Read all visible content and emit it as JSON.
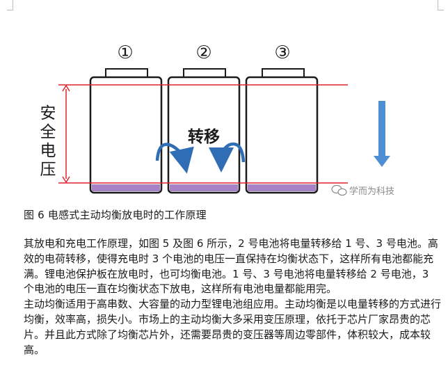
{
  "figure": {
    "cell_labels": [
      "①",
      "②",
      "③"
    ],
    "voltage_label_chars": [
      "安",
      "全",
      "电",
      "压"
    ],
    "transfer_label": "转移",
    "watermark": "学而为科技",
    "colors": {
      "red_line": "#e0232e",
      "cell_outline": "#1a1a1a",
      "cell_bottom": "#a882c6",
      "arrow_blue": "#2f6db5",
      "arrow_down": "#4e8fd3",
      "watermark": "#8a8a8a"
    }
  },
  "caption": "图 6 电感式主动均衡放电时的工作原理",
  "paragraphs": [
    "其放电和充电工作原理，如图 5 及图 6 所示，2 号电池将电量转移给 1 号、3 号电池。高效的电荷转移，使得充电时 3 个电池的电压一直保持在均衡状态下，这样所有电池都能充满。锂电池保护板在放电时，也可均衡电池。1 号、3 号电池将电量转移给 2 号电池，3 个电池的电压一直在均衡状态下放电，这样所有电池电量都能用完。",
    "主动均衡适用于高串数、大容量的动力型锂电池组应用。主动均衡是以电量转移的方式进行均衡，效率高，损失小。市场上的主动均衡大多采用变压原理，依托于芯片厂家昂贵的芯片。并且此方式除了均衡芯片外，还需要昂贵的变压器等周边零部件，体积较大，成本较高。"
  ]
}
